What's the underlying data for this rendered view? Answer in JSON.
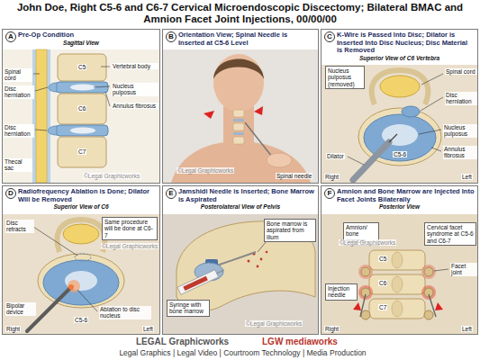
{
  "diagram": {
    "title": "John Doe, Right C5-6 and C6-7 Cervical Microendoscopic Discectomy; Bilateral BMAC and Amnion Facet Joint Injections, 00/00/00",
    "nodes": [
      {
        "text": [
          "Pre-Op Condition",
          "Sagittal View"
        ]
      },
      {
        "text": [
          "A"
        ],
        "in": 0
      },
      {
        "text": [
          "Orientation View; Spinal Needle is Inserted at C5-6 Level"
        ]
      },
      {
        "text": [
          "B"
        ],
        "in": 2
      },
      {
        "text": [
          "K-Wire is Passed Into Disc; Dilator is Inserted Into Disc Nucleus; Disc Material is Removed",
          "Superior View of C6 Vertebra"
        ]
      },
      {
        "text": [
          "C"
        ],
        "in": 4
      },
      {
        "text": [
          "Nucleus pulposus (removed)"
        ],
        "in": 4
      },
      {
        "text": [
          "Radiofrequency Ablation is Done; Dilator Will be Removed",
          "Superior View of C6"
        ]
      },
      {
        "text": [
          "D"
        ],
        "in": 7
      },
      {
        "text": [
          "Same procedure will be done at C6-7"
        ],
        "in": 7
      },
      {
        "text": [
          "Jamshidi Needle is Inserted; Bone Marrow is Aspirated",
          "Posterolateral View of Pelvis"
        ]
      },
      {
        "text": [
          "E"
        ],
        "in": 10
      },
      {
        "text": [
          "Bone marrow is aspirated from ilium"
        ],
        "in": 10
      },
      {
        "text": [
          "Syringe with bone marrow"
        ],
        "in": 10
      },
      {
        "text": [
          "Amnion and Bone Marrow are Injected Into Facet Joints Bilaterally",
          "Posterior View"
        ]
      },
      {
        "text": [
          "F"
        ],
        "in": 14
      },
      {
        "text": [
          "Amnion/ bone marrow"
        ],
        "in": 14
      },
      {
        "text": [
          "Cervical facet syndrome at C5-6 and C6-7"
        ],
        "in": 14
      },
      {
        "text": [
          "Injection needle"
        ],
        "in": 14
      }
    ],
    "labels": [
      "Spinal cord",
      "Disc herniation",
      "Disc herniation",
      "Thecal sac",
      "C5",
      "Vertebral body",
      "Nucleus pulposus",
      "Annulus fibrosus",
      "C6",
      "C7",
      "Spinal needle",
      "Spinal cord",
      "Disc herniation",
      "Nucleus pulposus",
      "Annulus fibrosus",
      "Dilator",
      "C5-6",
      "Right",
      "Left",
      "Disc retracts",
      "Bipolar device",
      "Ablation to disc nucleus",
      "C5-6",
      "Right",
      "Left",
      "Facet joint",
      "C5",
      "C6",
      "C7",
      "Right",
      "Left",
      "©Legal Graphicworks",
      "©Legal Graphicworks",
      "©Legal Graphicworks",
      "©Legal Graphicworks",
      "©Legal Graphicworks",
      "LEGAL Graphicworks",
      "LGW mediaworks",
      "Legal Graphics | Legal Video | Courtroom Technology | Media Production"
    ]
  }
}
